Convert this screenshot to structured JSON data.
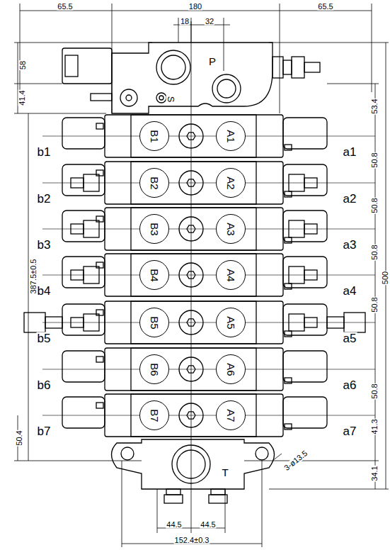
{
  "diagram": {
    "nodes": [
      {
        "text": [
          "B1"
        ]
      },
      {
        "text": [
          "A1"
        ]
      },
      {
        "text": [
          "B2"
        ]
      },
      {
        "text": [
          "A2"
        ]
      },
      {
        "text": [
          "B3"
        ]
      },
      {
        "text": [
          "A3"
        ]
      },
      {
        "text": [
          "B4"
        ]
      },
      {
        "text": [
          "A4"
        ]
      },
      {
        "text": [
          "B5"
        ]
      },
      {
        "text": [
          "A5"
        ]
      },
      {
        "text": [
          "B6"
        ]
      },
      {
        "text": [
          "A6"
        ]
      },
      {
        "text": [
          "B7"
        ]
      },
      {
        "text": [
          "A7"
        ]
      }
    ],
    "labels": [
      "65.5",
      "180",
      "65.5",
      "18",
      "32",
      "P",
      "S",
      "T",
      "58",
      "41.4",
      "387.5±0.5",
      "50.4",
      "53.4",
      "50.8",
      "50.8",
      "50.8",
      "50.8",
      "50.8",
      "41.3",
      "34.1",
      "500",
      "3-ø13.5",
      "44.5",
      "44.5",
      "152.4±0.3",
      "a1",
      "a2",
      "a3",
      "a4",
      "a5",
      "a6",
      "a7",
      "b1",
      "b2",
      "b3",
      "b4",
      "b5",
      "b6",
      "b7"
    ]
  }
}
